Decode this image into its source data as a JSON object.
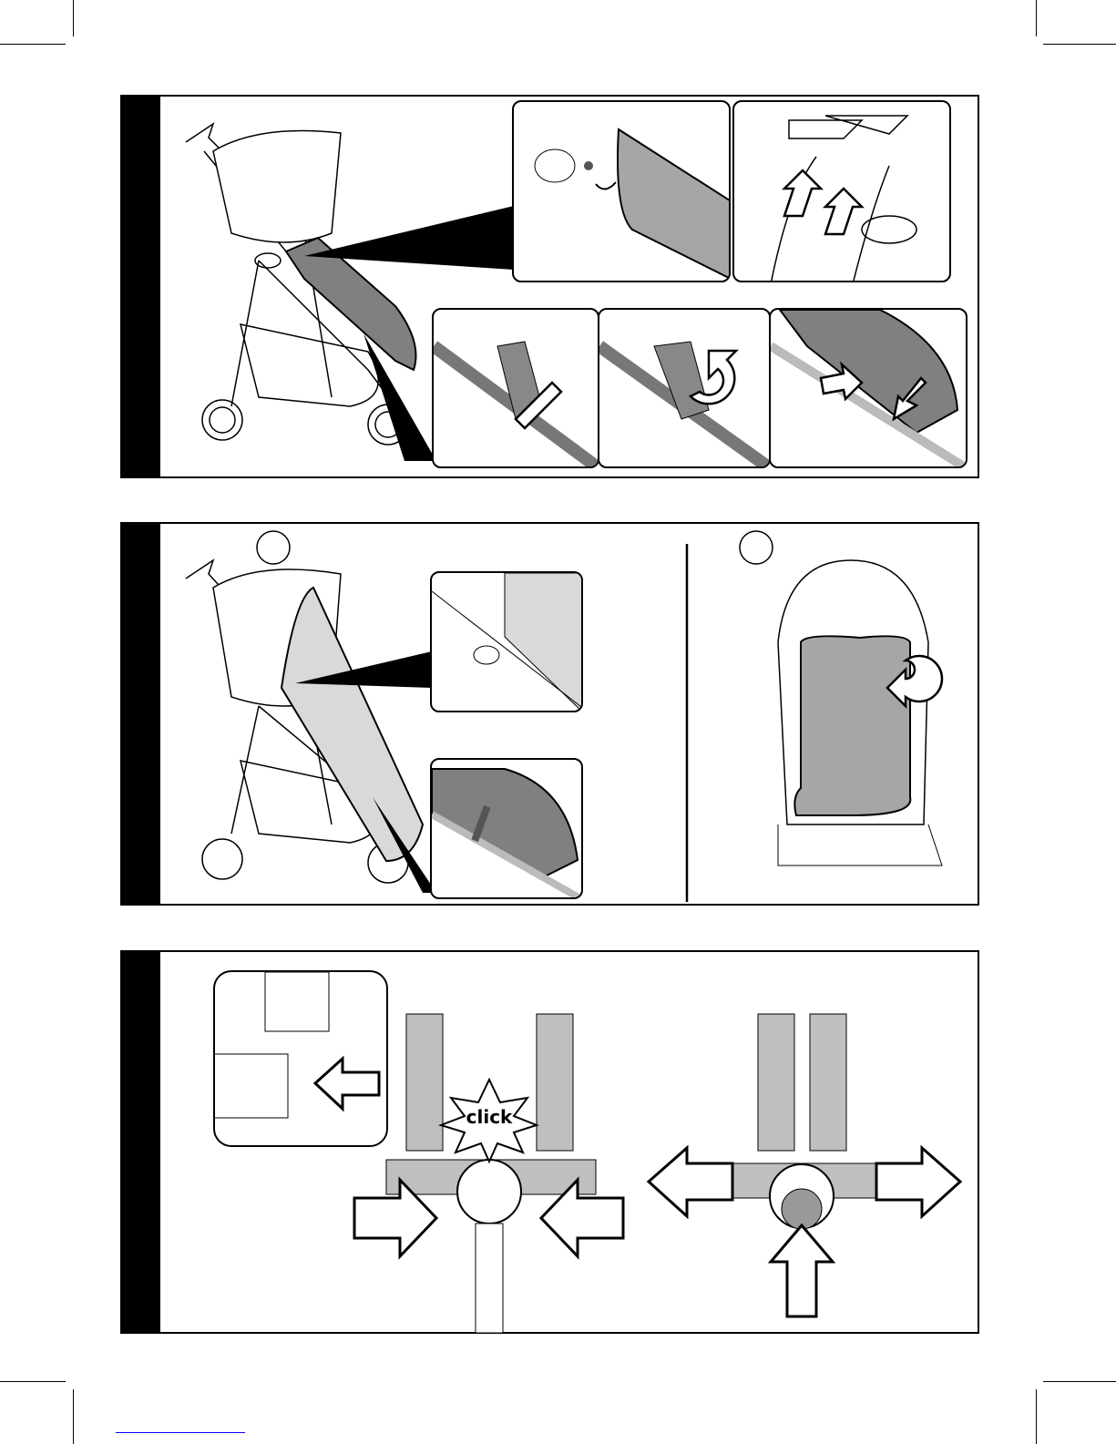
{
  "panels": [
    {
      "id": "step-1",
      "insets": 5
    },
    {
      "id": "step-2",
      "sub_labels": [
        "",
        ""
      ],
      "insets": 2
    },
    {
      "id": "step-3",
      "click_text": "click"
    }
  ],
  "colors": {
    "ink": "#000000",
    "fabric": "#a6a6a6",
    "light_fabric": "#d9d9d9",
    "link": "#0000ff"
  }
}
